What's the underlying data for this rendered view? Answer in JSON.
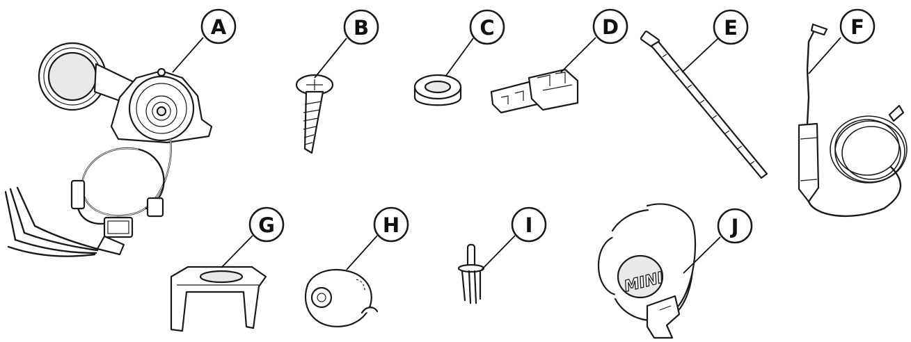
{
  "callouts": [
    {
      "id": "A",
      "letter": "A"
    },
    {
      "id": "B",
      "letter": "B"
    },
    {
      "id": "C",
      "letter": "C"
    },
    {
      "id": "D",
      "letter": "D"
    },
    {
      "id": "E",
      "letter": "E"
    },
    {
      "id": "F",
      "letter": "F"
    },
    {
      "id": "G",
      "letter": "G"
    },
    {
      "id": "H",
      "letter": "H"
    },
    {
      "id": "I",
      "letter": "I"
    },
    {
      "id": "J",
      "letter": "J"
    }
  ],
  "parts": {
    "J": {
      "logo": "MINI"
    }
  },
  "colors": {
    "ink": "#1a1a1a",
    "background": "#ffffff",
    "shade": "#e9e9e9"
  }
}
